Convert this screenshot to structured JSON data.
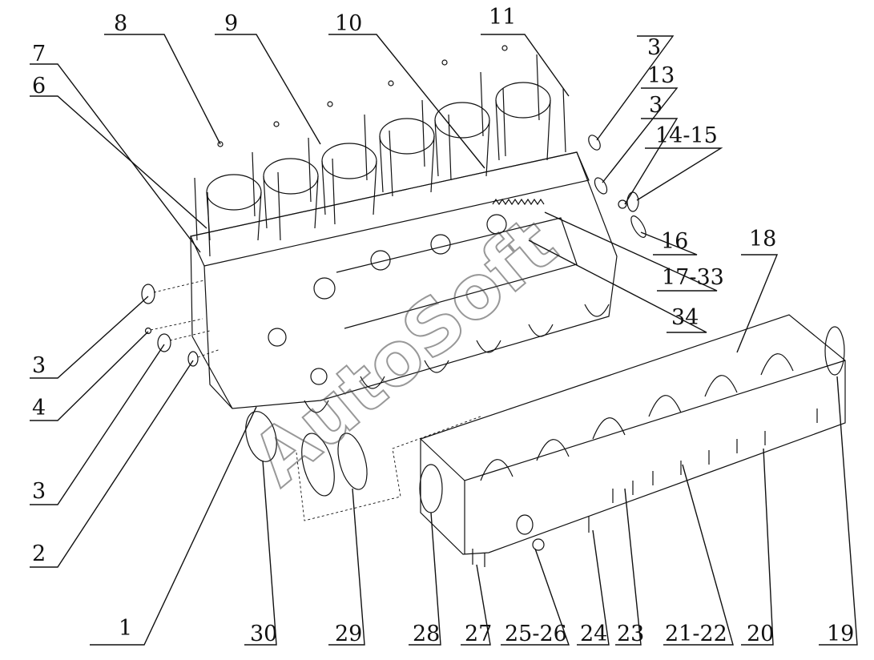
{
  "watermark": "AutoSoft",
  "callouts": [
    {
      "id": "c1",
      "text": "1"
    },
    {
      "id": "c2",
      "text": "2"
    },
    {
      "id": "c3a",
      "text": "3"
    },
    {
      "id": "c3b",
      "text": "3"
    },
    {
      "id": "c3c",
      "text": "3"
    },
    {
      "id": "c3d",
      "text": "3"
    },
    {
      "id": "c4",
      "text": "4"
    },
    {
      "id": "c6",
      "text": "6"
    },
    {
      "id": "c7",
      "text": "7"
    },
    {
      "id": "c8",
      "text": "8"
    },
    {
      "id": "c9",
      "text": "9"
    },
    {
      "id": "c10",
      "text": "10"
    },
    {
      "id": "c11",
      "text": "11"
    },
    {
      "id": "c13",
      "text": "13"
    },
    {
      "id": "c1415",
      "text": "14-15"
    },
    {
      "id": "c16",
      "text": "16"
    },
    {
      "id": "c1733",
      "text": "17-33"
    },
    {
      "id": "c18",
      "text": "18"
    },
    {
      "id": "c34",
      "text": "34"
    },
    {
      "id": "c19",
      "text": "19"
    },
    {
      "id": "c20",
      "text": "20"
    },
    {
      "id": "c2122",
      "text": "21-22"
    },
    {
      "id": "c23",
      "text": "23"
    },
    {
      "id": "c24",
      "text": "24"
    },
    {
      "id": "c2526",
      "text": "25-26"
    },
    {
      "id": "c27",
      "text": "27"
    },
    {
      "id": "c28",
      "text": "28"
    },
    {
      "id": "c29",
      "text": "29"
    },
    {
      "id": "c30",
      "text": "30"
    }
  ]
}
